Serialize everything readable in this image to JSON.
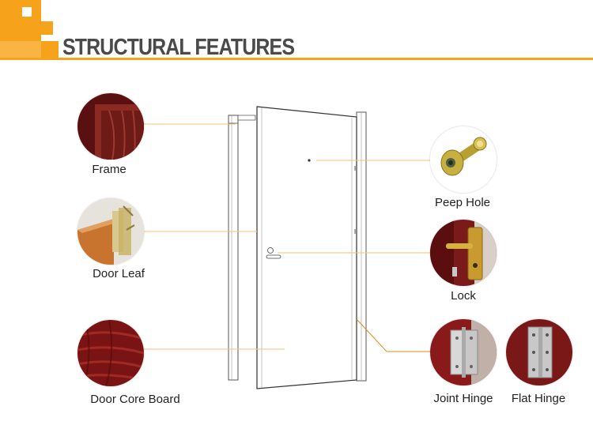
{
  "header": {
    "title": "STRUCTURAL FEATURES"
  },
  "colors": {
    "accent": "#f7a21b",
    "wood": "#7a1a1a",
    "leader": "#f5c27a"
  },
  "features": {
    "frame": {
      "label": "Frame"
    },
    "door_leaf": {
      "label": "Door Leaf"
    },
    "door_core_board": {
      "label": "Door Core Board"
    },
    "peep_hole": {
      "label": "Peep Hole"
    },
    "lock": {
      "label": "Lock"
    },
    "joint_hinge": {
      "label": "Joint Hinge"
    },
    "flat_hinge": {
      "label": "Flat Hinge"
    }
  }
}
